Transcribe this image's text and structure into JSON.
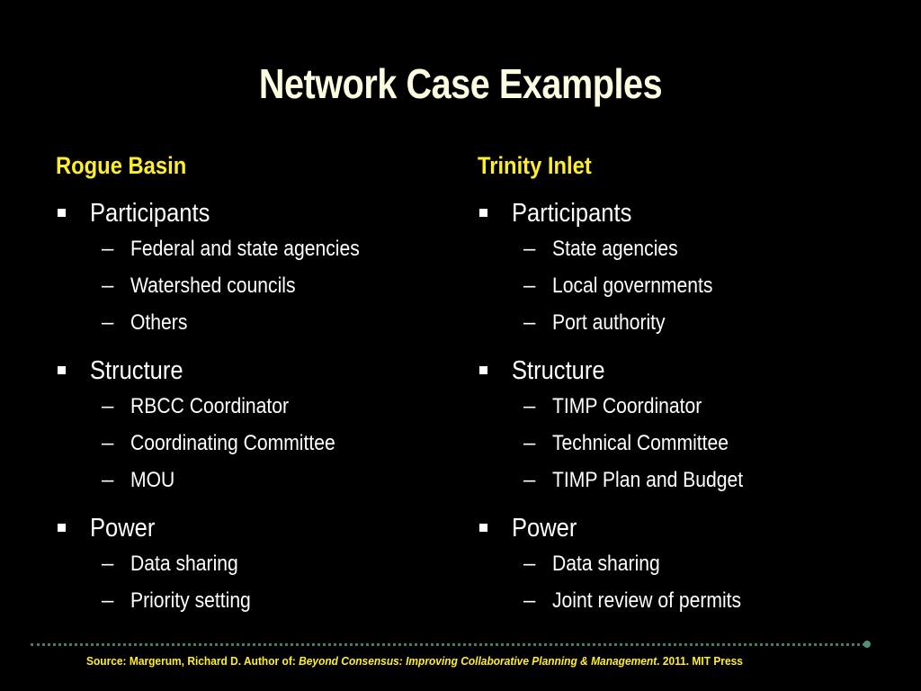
{
  "title": "Network Case Examples",
  "colors": {
    "background": "#000000",
    "title": "#fdfce0",
    "heading": "#ffef2b",
    "body_text": "#ffffff",
    "footer": "#ffef2b",
    "divider": "#3f7f6f"
  },
  "columns": [
    {
      "heading": "Rogue Basin",
      "sections": [
        {
          "label": "Participants",
          "items": [
            "Federal and state agencies",
            "Watershed councils",
            "Others"
          ]
        },
        {
          "label": "Structure",
          "items": [
            "RBCC Coordinator",
            "Coordinating Committee",
            "MOU"
          ]
        },
        {
          "label": "Power",
          "items": [
            "Data sharing",
            "Priority setting"
          ]
        }
      ]
    },
    {
      "heading": "Trinity Inlet",
      "sections": [
        {
          "label": "Participants",
          "items": [
            "State agencies",
            "Local governments",
            "Port authority"
          ]
        },
        {
          "label": "Structure",
          "items": [
            "TIMP Coordinator",
            "Technical Committee",
            "TIMP Plan and Budget"
          ]
        },
        {
          "label": "Power",
          "items": [
            "Data sharing",
            "Joint review of permits"
          ]
        }
      ]
    }
  ],
  "sub_dash": "–",
  "footer": {
    "prefix": "Source: Margerum, Richard D.  Author of: ",
    "book_title": "Beyond Consensus: Improving Collaborative Planning & Management",
    "suffix": ". 2011. MIT Press"
  }
}
